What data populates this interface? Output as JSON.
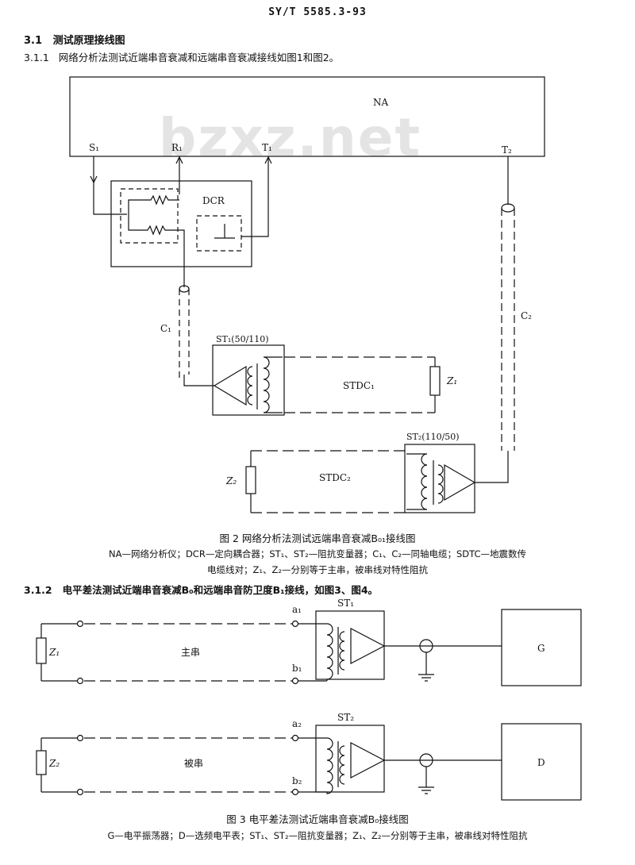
{
  "header": {
    "standard": "SY/T 5585.3-93"
  },
  "section": {
    "num": "3.1",
    "title": "测试原理接线图"
  },
  "sub1": {
    "num": "3.1.1",
    "text": "网络分析法测试近端串音衰减和远端串音衰减接线如图1和图2。"
  },
  "watermark": "bzxz.net",
  "fig2": {
    "na": "NA",
    "s1": "S₁",
    "r1": "R₁",
    "t1": "T₁",
    "t2": "T₂",
    "dcr": "DCR",
    "c1": "C₁",
    "c2": "C₂",
    "st1": "ST₁(50/110)",
    "st2": "ST₂(110/50)",
    "stdc1": "STDC₁",
    "stdc2": "STDC₂",
    "z1": "Z₁",
    "z2": "Z₂",
    "caption": "图 2   网络分析法测试远端串音衰减B₀₁接线图",
    "legend1": "NA—网络分析仪；DCR—定向耦合器；ST₁、ST₂—阻抗变量器；C₁、C₂—同轴电缆；SDTC—地震数传",
    "legend2": "电缆线对；Z₁、Z₂—分别等于主串，被串线对特性阻抗"
  },
  "sub2": {
    "num": "3.1.2",
    "text": "电平差法测试近端串音衰减B₀和远端串音防卫度B₁接线，如图3、图4。"
  },
  "fig3": {
    "a1": "a₁",
    "b1": "b₁",
    "a2": "a₂",
    "b2": "b₂",
    "st1": "ST₁",
    "st2": "ST₂",
    "z1": "Z₁",
    "z2": "Z₂",
    "main": "主串",
    "victim": "被串",
    "g": "G",
    "d": "D",
    "caption": "图 3   电平差法测试近端串音衰减B₀接线图",
    "legend": "G—电平振荡器；D—选频电平表；ST₁、ST₂—阻抗变量器；Z₁、Z₂—分别等于主串，被串线对特性阻抗"
  }
}
